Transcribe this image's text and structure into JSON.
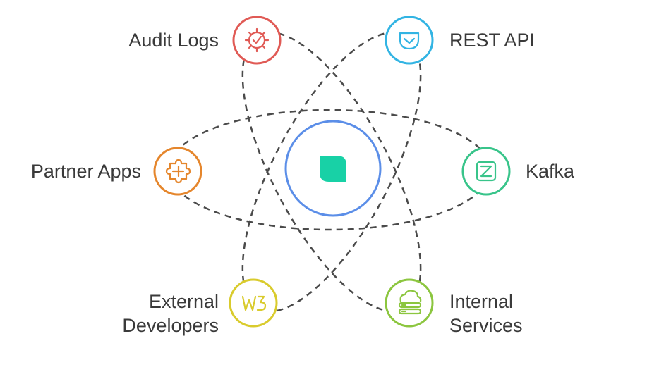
{
  "center": {
    "icon": "leaf-icon",
    "ring_color": "#5b8ee8",
    "icon_color": "#18d1a6"
  },
  "nodes": {
    "audit_logs": {
      "label": "Audit Logs",
      "icon": "gear-check-icon",
      "color": "#e05a55"
    },
    "rest_api": {
      "label": "REST API",
      "icon": "pocket-icon",
      "color": "#32b4e3"
    },
    "partner_apps": {
      "label": "Partner Apps",
      "icon": "puzzle-icon",
      "color": "#e5862c"
    },
    "kafka": {
      "label": "Kafka",
      "icon": "zendesk-icon",
      "color": "#38c48a"
    },
    "external_developers": {
      "label_line1": "External",
      "label_line2": "Developers",
      "icon": "w3-icon",
      "color": "#d9cb2d"
    },
    "internal_services": {
      "label_line1": "Internal",
      "label_line2": "Services",
      "icon": "cloud-server-icon",
      "color": "#8cc63f"
    }
  }
}
